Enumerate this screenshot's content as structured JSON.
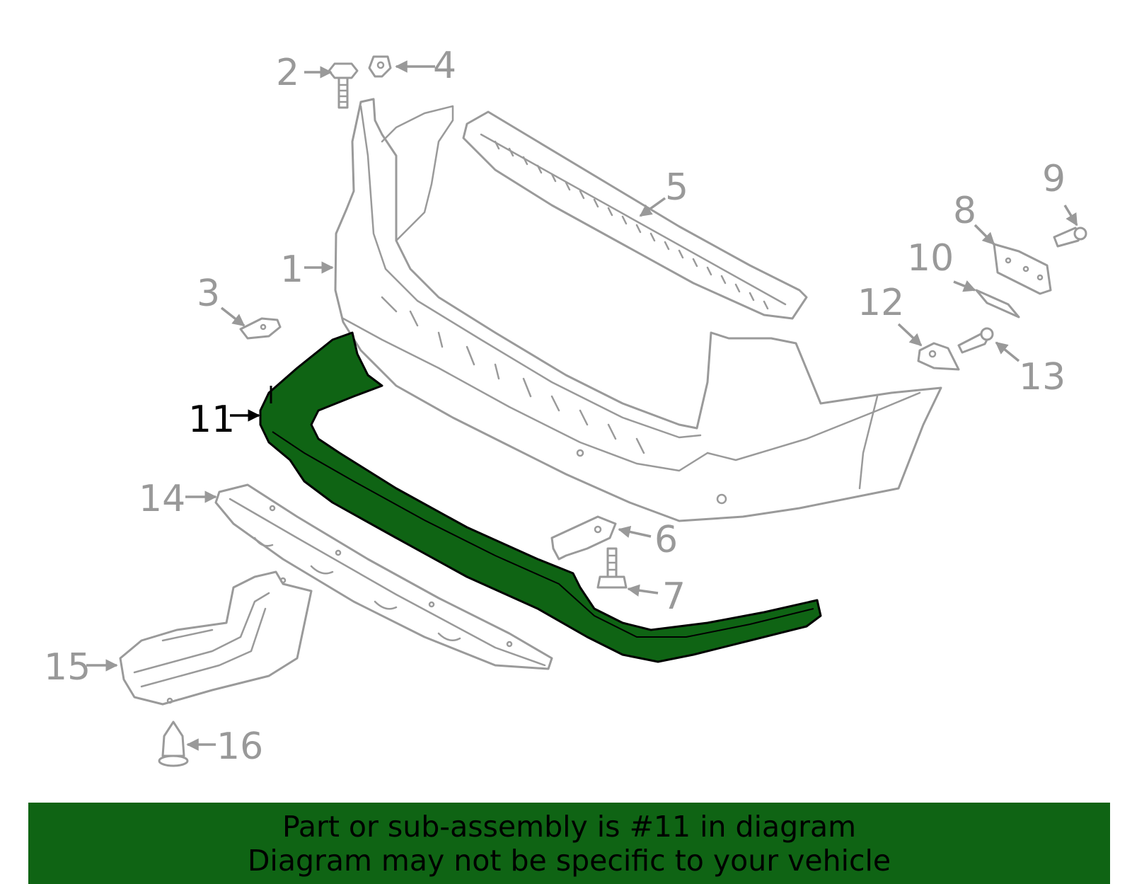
{
  "diagram": {
    "highlighted_part": "11",
    "highlight_color": "#0f6414",
    "line_color": "#999999",
    "callouts": [
      {
        "id": "1",
        "label": "1"
      },
      {
        "id": "2",
        "label": "2"
      },
      {
        "id": "3",
        "label": "3"
      },
      {
        "id": "4",
        "label": "4"
      },
      {
        "id": "5",
        "label": "5"
      },
      {
        "id": "6",
        "label": "6"
      },
      {
        "id": "7",
        "label": "7"
      },
      {
        "id": "8",
        "label": "8"
      },
      {
        "id": "9",
        "label": "9"
      },
      {
        "id": "10",
        "label": "10"
      },
      {
        "id": "11",
        "label": "11"
      },
      {
        "id": "12",
        "label": "12"
      },
      {
        "id": "13",
        "label": "13"
      },
      {
        "id": "14",
        "label": "14"
      },
      {
        "id": "15",
        "label": "15"
      },
      {
        "id": "16",
        "label": "16"
      }
    ]
  },
  "banner": {
    "line1": "Part or sub-assembly is #11 in diagram",
    "line2": "Diagram may not be specific to your vehicle",
    "background_color": "#0f6414"
  }
}
